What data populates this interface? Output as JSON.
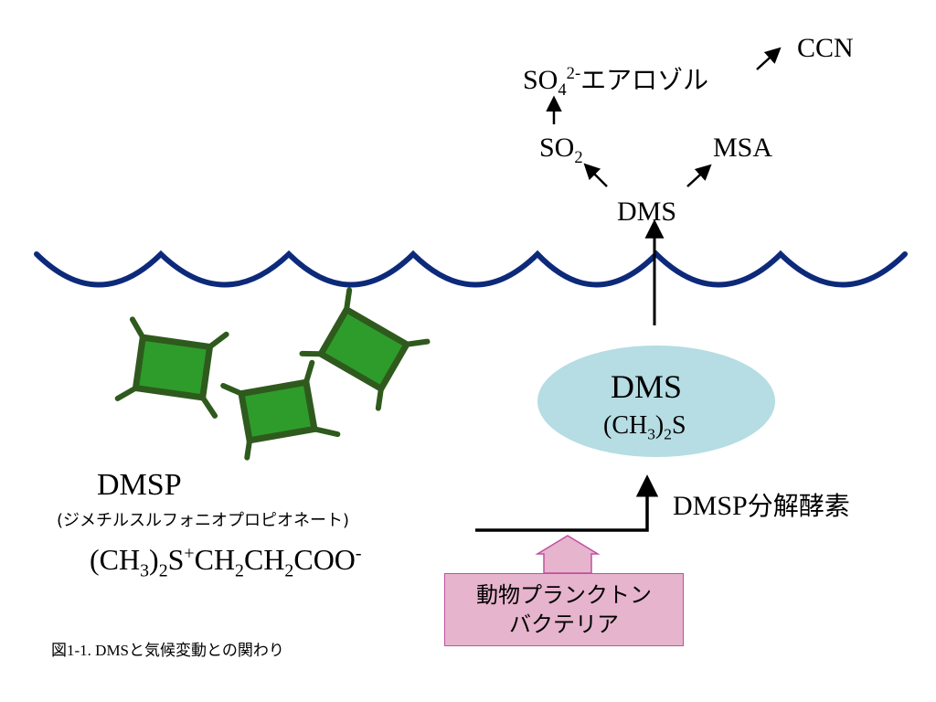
{
  "air": {
    "so4_base": "SO",
    "so4_sub": "4",
    "so4_sup": "2-",
    "aerosol": "エアロゾル",
    "ccn": "CCN",
    "so2_base": "SO",
    "so2_sub": "2",
    "msa": "MSA",
    "dms": "DMS"
  },
  "water": {
    "dms_label": "DMS",
    "dms_formula": {
      "open": "(CH",
      "sub1": "3",
      "close": ")",
      "sub2": "2",
      "end": "S"
    },
    "enzyme_prefix": "DMSP",
    "enzyme_suffix": "分解酵素",
    "dmsp_title": "DMSP",
    "dmsp_subtitle": "(ジメチルスルフォニオプロピオネート)",
    "dmsp_formula": {
      "p1": "(CH",
      "s1": "3",
      "p2": ")",
      "s2": "2",
      "p3": "S",
      "sup1": "+",
      "p4": "CH",
      "s3": "2",
      "p5": "CH",
      "s4": "2",
      "p6": "COO",
      "sup2": "-"
    }
  },
  "source_box": {
    "line1": "動物プランクトン",
    "line2": "バクテリア"
  },
  "caption": {
    "prefix": "図1-1. DMS",
    "suffix": "と気候変動との関わり"
  },
  "colors": {
    "wave": "#0d2a7a",
    "blob": "#b5dde3",
    "cell_fill": "#2e9c2b",
    "cell_stroke": "#2f5a1d",
    "box_fill": "#e6b4cc",
    "box_border": "#c050a0"
  }
}
